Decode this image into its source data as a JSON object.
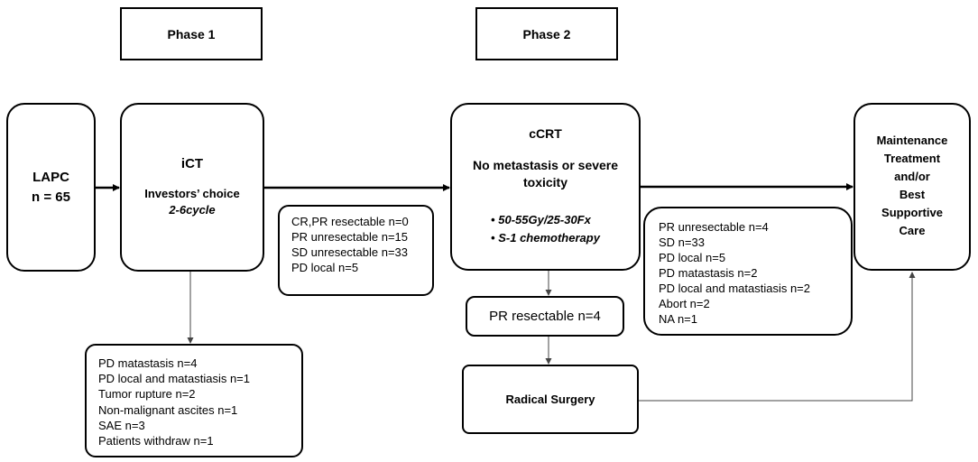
{
  "phases": {
    "phase1": "Phase 1",
    "phase2": "Phase 2"
  },
  "lapc": {
    "line1": "LAPC",
    "line2": "n = 65"
  },
  "ict": {
    "title": "iCT",
    "line1": "Investors’ choice",
    "line2": "2-6cycle"
  },
  "ict_outcomes": [
    "CR,PR resectable n=0",
    "PR unresectable n=15",
    "SD unresectable n=33",
    "PD local n=5"
  ],
  "ccrt": {
    "title": "cCRT",
    "line1": "No metastasis or severe",
    "line2": "toxicity",
    "bullets": [
      "50-55Gy/25-30Fx",
      "S-1 chemotherapy"
    ]
  },
  "ccrt_outcomes": [
    "PR unresectable n=4",
    "SD n=33",
    "PD local n=5",
    "PD matastasis n=2",
    "PD local and matastiasis n=2",
    "Abort n=2",
    "NA n=1"
  ],
  "maintenance": {
    "lines": [
      "Maintenance",
      "Treatment",
      "and/or",
      "Best",
      "Supportive",
      "Care"
    ]
  },
  "pr_resectable": "PR resectable n=4",
  "radical_surgery": "Radical Surgery",
  "ict_failures": [
    "PD matastasis n=4",
    "PD local and matastiasis n=1",
    "Tumor rupture  n=2",
    "Non-malignant  ascites n=1",
    "SAE n=3",
    "Patients withdraw n=1"
  ],
  "colors": {
    "line": "#000000",
    "thin_line": "#555555",
    "background": "#ffffff"
  }
}
